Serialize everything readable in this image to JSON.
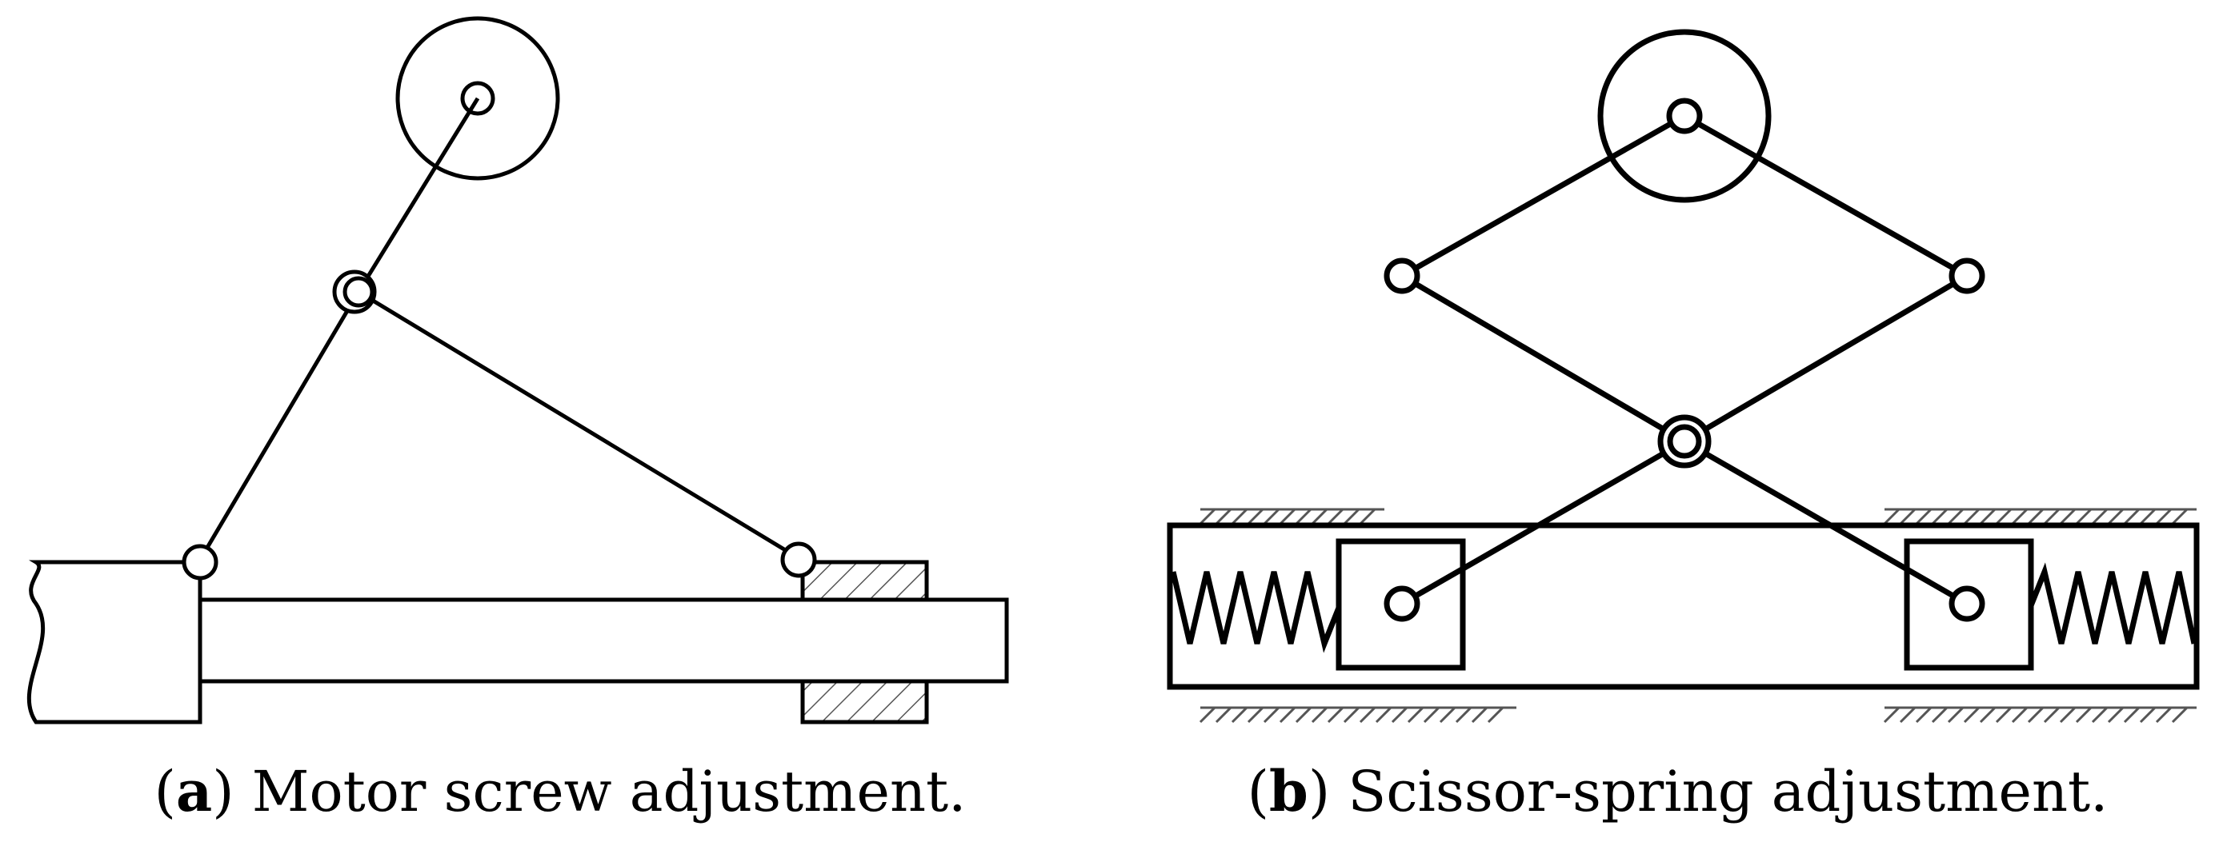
{
  "panels": [
    {
      "id": "a",
      "letter": "a",
      "caption_text": "Motor screw adjustment."
    },
    {
      "id": "b",
      "letter": "b",
      "caption_text": "Scissor-spring adjustment."
    }
  ],
  "colors": {
    "line": "#000000",
    "background": "#ffffff"
  }
}
